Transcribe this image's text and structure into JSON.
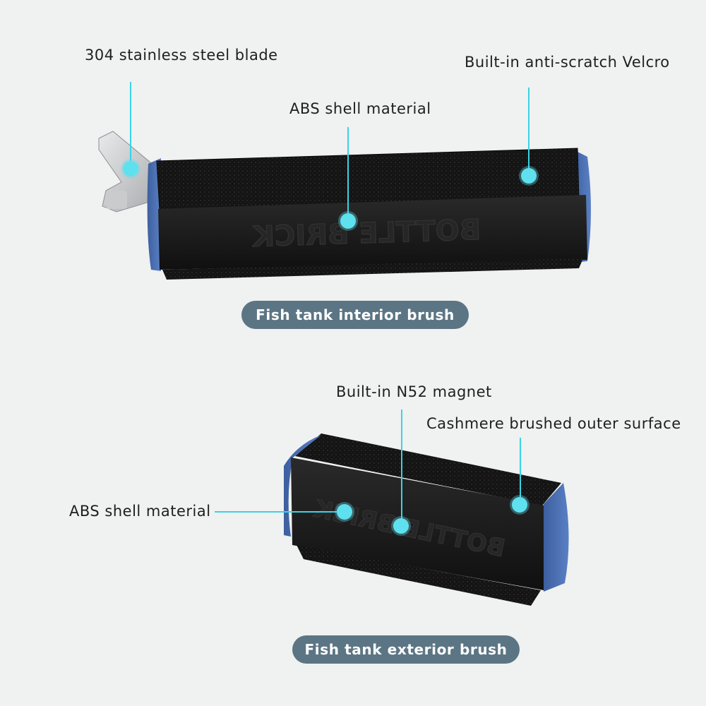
{
  "interior": {
    "labels": {
      "blade": "304 stainless steel blade",
      "shell": "ABS shell material",
      "velcro": "Built-in anti-scratch Velcro"
    },
    "embossed_logo": "BOTTLE BRICK",
    "caption": "Fish tank interior brush"
  },
  "exterior": {
    "labels": {
      "magnet": "Built-in N52 magnet",
      "surface": "Cashmere brushed outer surface",
      "shell": "ABS shell material"
    },
    "embossed_logo": "BOTTLE BRICK",
    "caption": "Fish tank exterior brush"
  },
  "colors": {
    "accent": "#3ad3e6",
    "caption_bg": "#5c7584",
    "end_cap": "#4a6fb3",
    "body": "#1b1b1b"
  }
}
